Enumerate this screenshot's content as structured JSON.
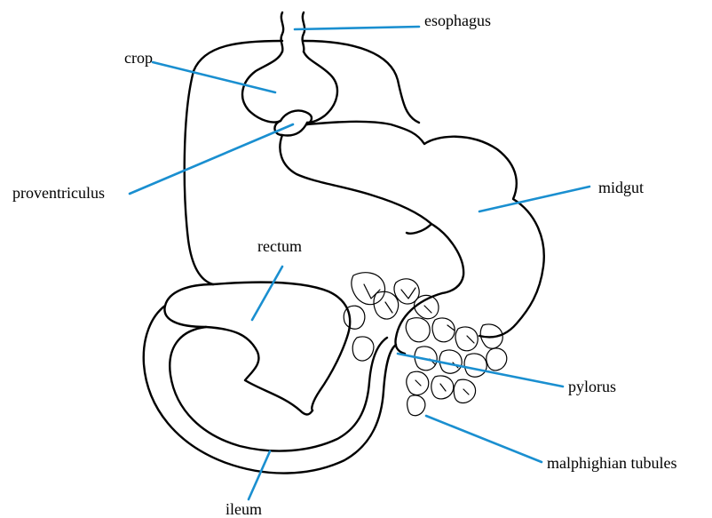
{
  "diagram": {
    "labels": {
      "esophagus": "esophagus",
      "crop": "crop",
      "proventriculus": "proventriculus",
      "midgut": "midgut",
      "rectum": "rectum",
      "pylorus": "pylorus",
      "malphighian_tubules": "malphighian tubules",
      "ileum": "ileum"
    },
    "colors": {
      "outline": "#000000",
      "leader": "#1a8fd0",
      "background": "#ffffff"
    }
  }
}
